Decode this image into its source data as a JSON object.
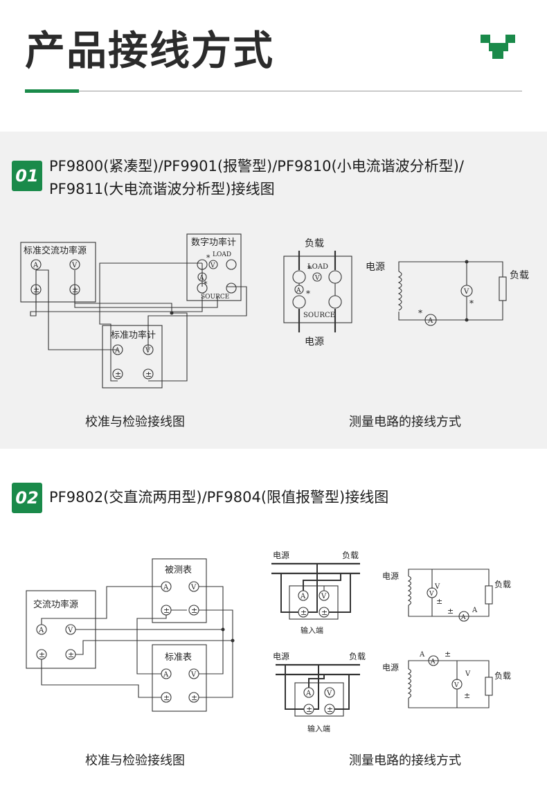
{
  "header": {
    "title": "产品接线方式",
    "accent_color": "#1a8a4a",
    "logo_icon": "green-checkmark-blocks-icon"
  },
  "section1": {
    "number": "01",
    "title_line1": "PF9800(紧凑型)/PF9901(报警型)/PF9810(小电流谐波分析型)/",
    "title_line2": "PF9811(大电流谐波分析型)接线图",
    "left_diagram": {
      "source_label": "标准交流功率源",
      "meter_label": "数字功率计",
      "std_label": "标准功率计",
      "load_label": "LOAD",
      "source_tag": "SOURCE",
      "a": "A",
      "v": "V",
      "pm": "±",
      "star": "*"
    },
    "right_diagram": {
      "load_label": "负载",
      "source_label": "电源",
      "load_tag": "LOAD",
      "source_tag": "SOURCE",
      "a": "A",
      "v": "V",
      "star": "*"
    },
    "caption_left": "校准与检验接线图",
    "caption_right": "测量电路的接线方式"
  },
  "section2": {
    "number": "02",
    "title": "PF9802(交直流两用型)/PF9804(限值报警型)接线图",
    "left_diagram": {
      "source_label": "交流功率源",
      "dut_label": "被测表",
      "std_label": "标准表",
      "a": "A",
      "v": "V",
      "pm": "±"
    },
    "right_diagram": {
      "source_label": "电源",
      "load_label": "负载",
      "input_label": "输入端",
      "a": "A",
      "v": "V",
      "pm": "±"
    },
    "caption_left": "校准与检验接线图",
    "caption_right": "测量电路的接线方式"
  }
}
